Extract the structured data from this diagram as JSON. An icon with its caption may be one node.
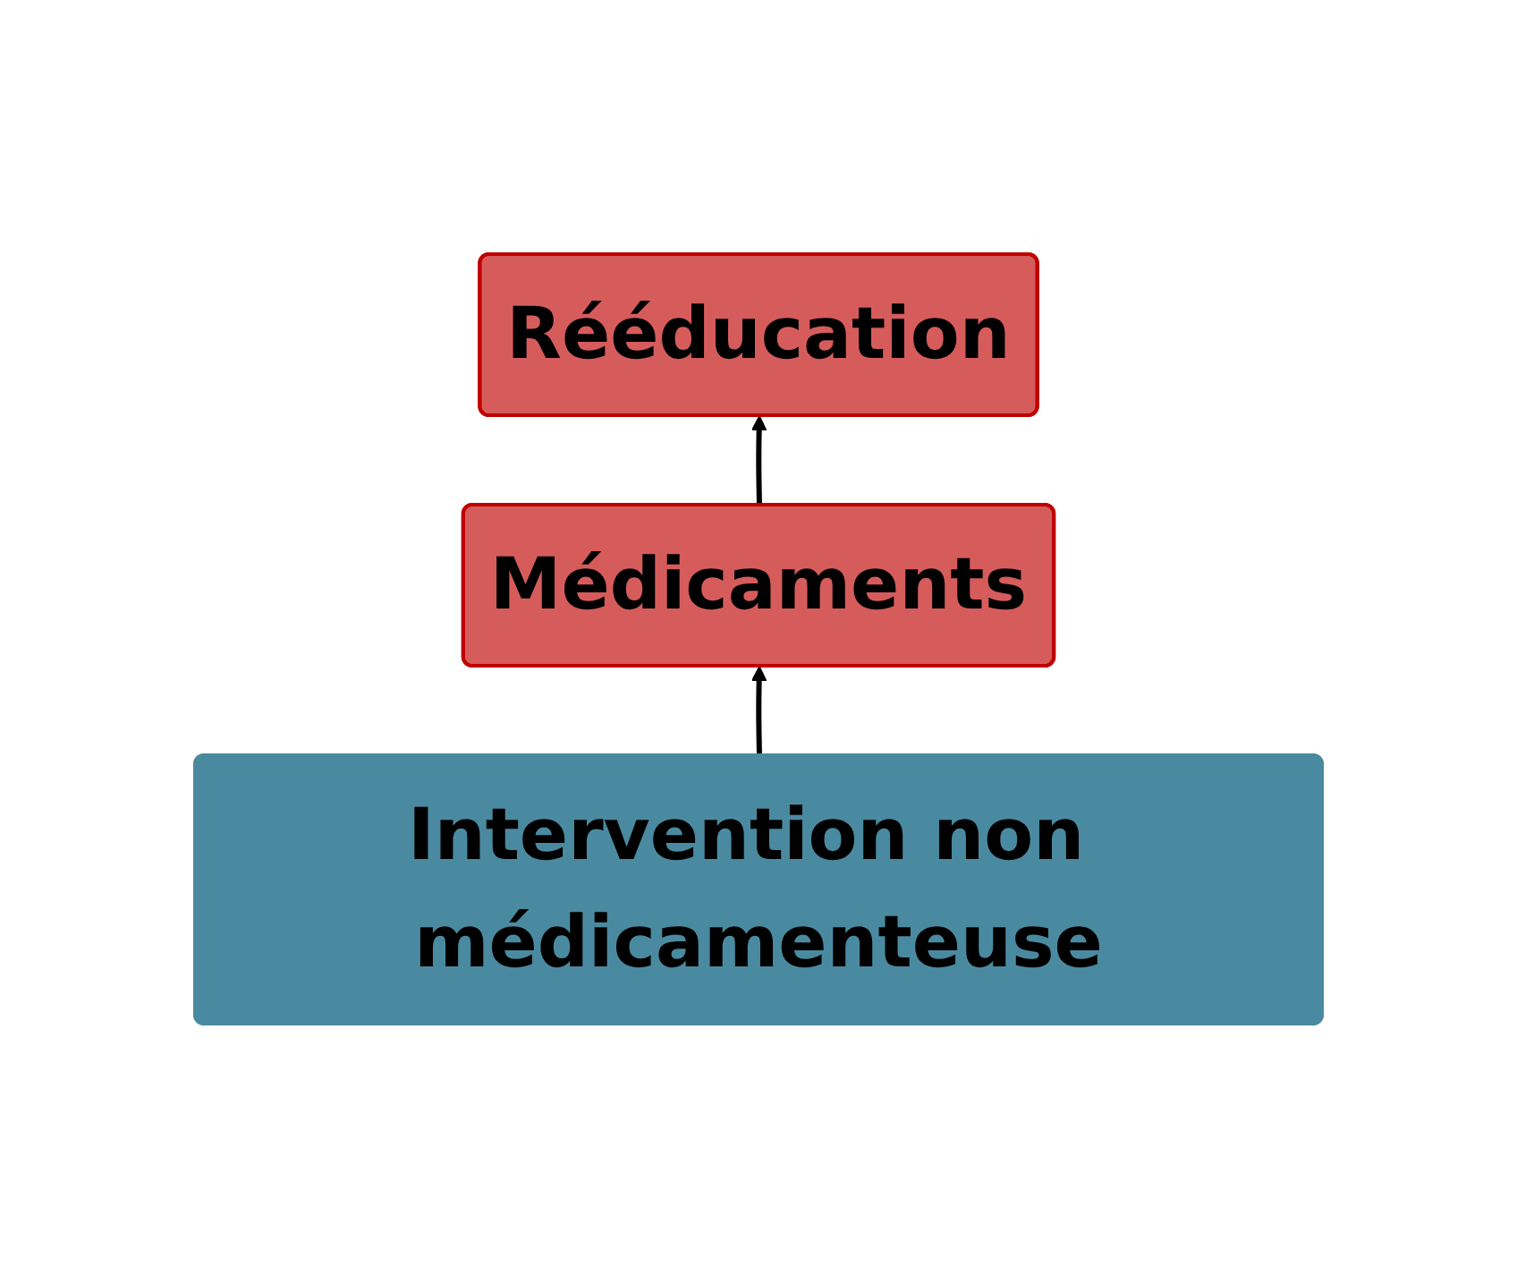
{
  "diagram": {
    "nodes": [
      {
        "text": [
          "Rééducation"
        ]
      },
      {
        "text": [
          "Médicaments"
        ]
      },
      {
        "text": [
          "Intervention non médicamenteuse"
        ]
      }
    ],
    "edges": [
      {
        "from": 1,
        "to": 0,
        "arrow": "to"
      },
      {
        "from": 2,
        "to": 1,
        "arrow": "to"
      }
    ]
  }
}
